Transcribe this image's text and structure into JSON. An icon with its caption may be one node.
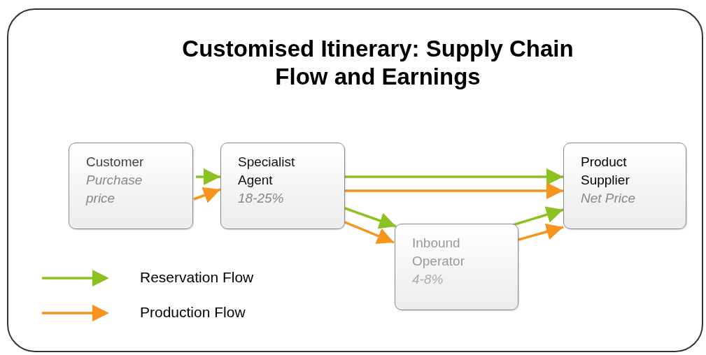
{
  "diagram": {
    "title": "Customised Itinerary: Supply Chain Flow and Earnings",
    "nodes": [
      {
        "text": [
          "Customer",
          "Purchase price"
        ]
      },
      {
        "text": [
          "Specialist Agent",
          "18-25%"
        ]
      },
      {
        "text": [
          "Inbound Operator",
          "4-8%"
        ]
      },
      {
        "text": [
          "Product Supplier",
          "Net Price"
        ]
      }
    ],
    "edges": [
      {
        "from": 0,
        "to": 1,
        "arrow": "to",
        "color": "#8cc21f"
      },
      {
        "from": 0,
        "to": 1,
        "arrow": "to",
        "color": "#f7941d"
      },
      {
        "from": 1,
        "to": 3,
        "arrow": "to",
        "color": "#8cc21f"
      },
      {
        "from": 1,
        "to": 3,
        "arrow": "to",
        "color": "#f7941d"
      },
      {
        "from": 1,
        "to": 2,
        "arrow": "to",
        "color": "#8cc21f"
      },
      {
        "from": 1,
        "to": 2,
        "arrow": "to",
        "color": "#f7941d"
      },
      {
        "from": 2,
        "to": 3,
        "arrow": "to",
        "color": "#8cc21f"
      },
      {
        "from": 2,
        "to": 3,
        "arrow": "to",
        "color": "#f7941d"
      }
    ],
    "legend": [
      {
        "text": "Reservation Flow"
      },
      {
        "text": "Production Flow"
      }
    ]
  }
}
